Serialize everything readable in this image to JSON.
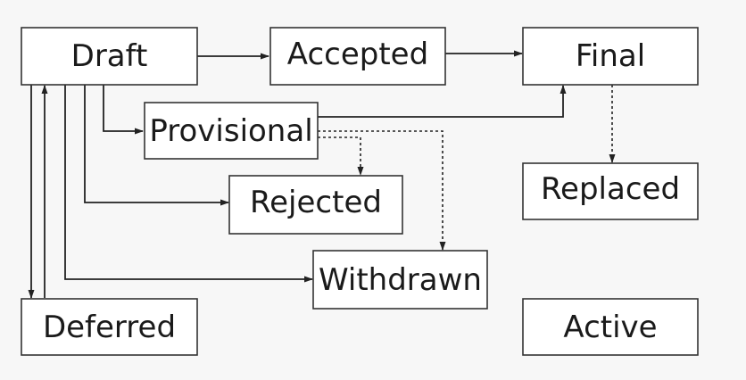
{
  "diagram": {
    "nodes": {
      "draft": "Draft",
      "accepted": "Accepted",
      "final": "Final",
      "provisional": "Provisional",
      "replaced": "Replaced",
      "rejected": "Rejected",
      "withdrawn": "Withdrawn",
      "deferred": "Deferred",
      "active": "Active"
    },
    "edges": [
      {
        "from": "Draft",
        "to": "Accepted",
        "style": "solid"
      },
      {
        "from": "Accepted",
        "to": "Final",
        "style": "solid"
      },
      {
        "from": "Draft",
        "to": "Provisional",
        "style": "solid"
      },
      {
        "from": "Provisional",
        "to": "Final",
        "style": "solid"
      },
      {
        "from": "Draft",
        "to": "Rejected",
        "style": "solid"
      },
      {
        "from": "Draft",
        "to": "Withdrawn",
        "style": "solid"
      },
      {
        "from": "Draft",
        "to": "Deferred",
        "style": "solid"
      },
      {
        "from": "Deferred",
        "to": "Draft",
        "style": "solid"
      },
      {
        "from": "Provisional",
        "to": "Rejected",
        "style": "dotted"
      },
      {
        "from": "Provisional",
        "to": "Withdrawn",
        "style": "dotted"
      },
      {
        "from": "Final",
        "to": "Replaced",
        "style": "dotted"
      }
    ]
  }
}
